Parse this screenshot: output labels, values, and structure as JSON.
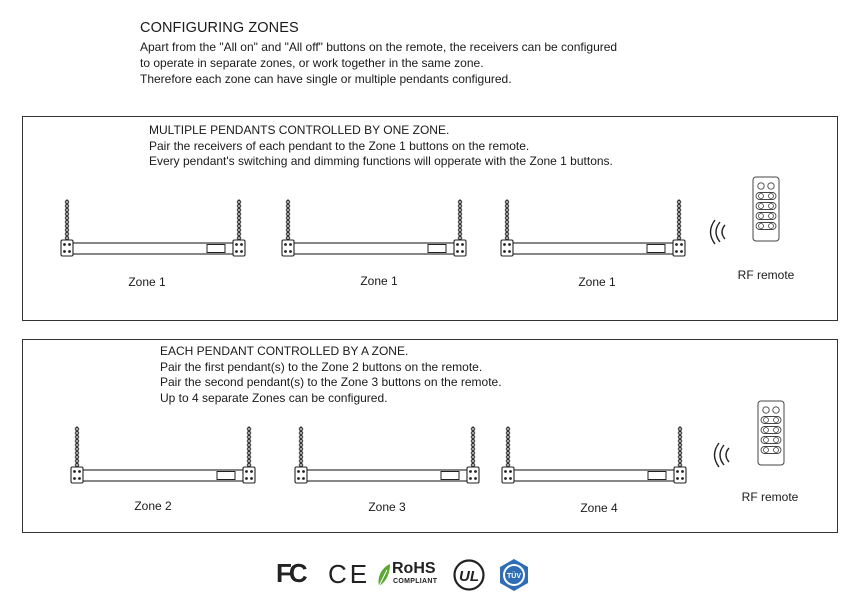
{
  "intro": {
    "heading": "CONFIGURING ZONES",
    "lines": [
      "Apart from the \"All on\" and \"All off\" buttons on the remote, the receivers can be configured",
      "to operate in separate zones, or work together in the same zone.",
      "Therefore each zone can have single or multiple pendants configured."
    ]
  },
  "section_multiple": {
    "title": "MULTIPLE PENDANTS CONTROLLED BY ONE ZONE.",
    "lines": [
      "Pair the receivers of each pendant to the Zone 1 buttons on the remote.",
      "Every pendant's switching and dimming functions will opperate with the Zone 1 buttons."
    ],
    "zones": [
      "Zone 1",
      "Zone 1",
      "Zone 1"
    ],
    "remote_label": "RF remote"
  },
  "section_each": {
    "title": "EACH PENDANT CONTROLLED BY A ZONE.",
    "lines": [
      "Pair the first pendant(s) to the Zone 2 buttons on the remote.",
      "Pair the second pendant(s) to the Zone 3 buttons on the remote.",
      "Up to 4 separate Zones can be configured."
    ],
    "zones": [
      "Zone 2",
      "Zone 3",
      "Zone 4"
    ],
    "remote_label": "RF remote"
  },
  "certifications": {
    "fc": "FC",
    "ce": "CE",
    "rohs": "RoHS",
    "rohs_sub": "COMPLIANT",
    "ul": "UL",
    "tuv": "TÜV"
  },
  "colors": {
    "text": "#1a1a1a",
    "rohs_leaf": "#5aa832",
    "tuv_blue": "#2f6eb5"
  }
}
